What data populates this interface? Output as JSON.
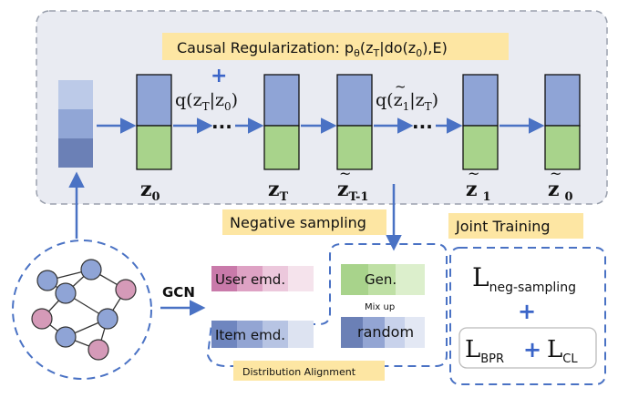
{
  "colors": {
    "panel_fill": "#e9ebf2",
    "panel_dash": "#9aa0ad",
    "blue_cell": "#8fa4d6",
    "green_cell": "#a8d38b",
    "arrow": "#4a72c4",
    "highlight": "#fde6a3",
    "plus": "#3a64c8",
    "user_emb": [
      "#c97aaa",
      "#dea2c4",
      "#ecc8dc",
      "#f5e3ec"
    ],
    "item_emb": [
      "#6f86bf",
      "#93a5d3",
      "#b7c4e3",
      "#dde3f1"
    ],
    "input_stack": [
      "#bccae8",
      "#91a6d6",
      "#6b80b6"
    ],
    "random_emb": [
      "#6b80b6",
      "#93a5d3",
      "#c8d2eb",
      "#e3e8f4"
    ],
    "node_blue": "#8fa4d6",
    "node_pink": "#d59ab8"
  },
  "header": {
    "title_prefix": "Causal Regularization: p",
    "title_sub": "θ",
    "title_mid": "(z",
    "title_sub2": "T",
    "title_suffix": "|do(z",
    "title_sub3": "0",
    "title_end": "),E)"
  },
  "plus_top": "+",
  "q1": {
    "pre": "q(z",
    "sub": "T",
    "mid": "|z",
    "sub2": "0",
    "end": ")"
  },
  "q2": {
    "pre": "q(",
    "zt": "z",
    "tilde": "~",
    "sub": "1",
    "mid": "|z",
    "sub2": "T",
    "end": ")"
  },
  "dots": "···",
  "stages": [
    {
      "name": "z",
      "sub": "0",
      "tilde": ""
    },
    {
      "name": "z",
      "sub": "T",
      "tilde": ""
    },
    {
      "name": "z",
      "sub": "T-1",
      "tilde": "~"
    },
    {
      "name": "z",
      "sub": "1",
      "tilde": "~"
    },
    {
      "name": "z",
      "sub": "0",
      "tilde": "~"
    }
  ],
  "negative_sampling": "Negative sampling",
  "joint_training": "Joint Training",
  "gcn": "GCN",
  "user_emb": "User emd.",
  "item_emb": "Item emd.",
  "gen": "Gen.",
  "mix_up": "Mix up",
  "random": "random",
  "distribution_alignment": "Distribution Alignment",
  "loss": {
    "L": "L",
    "neg_sub": "neg-sampling",
    "plus": "+",
    "bpr_sub": "BPR",
    "cl_sub": "CL"
  },
  "graph_nodes": [
    {
      "color": "blue"
    },
    {
      "color": "blue"
    },
    {
      "color": "pink"
    },
    {
      "color": "blue"
    },
    {
      "color": "pink"
    },
    {
      "color": "blue"
    },
    {
      "color": "blue"
    },
    {
      "color": "pink"
    },
    {
      "color": "blue"
    }
  ]
}
